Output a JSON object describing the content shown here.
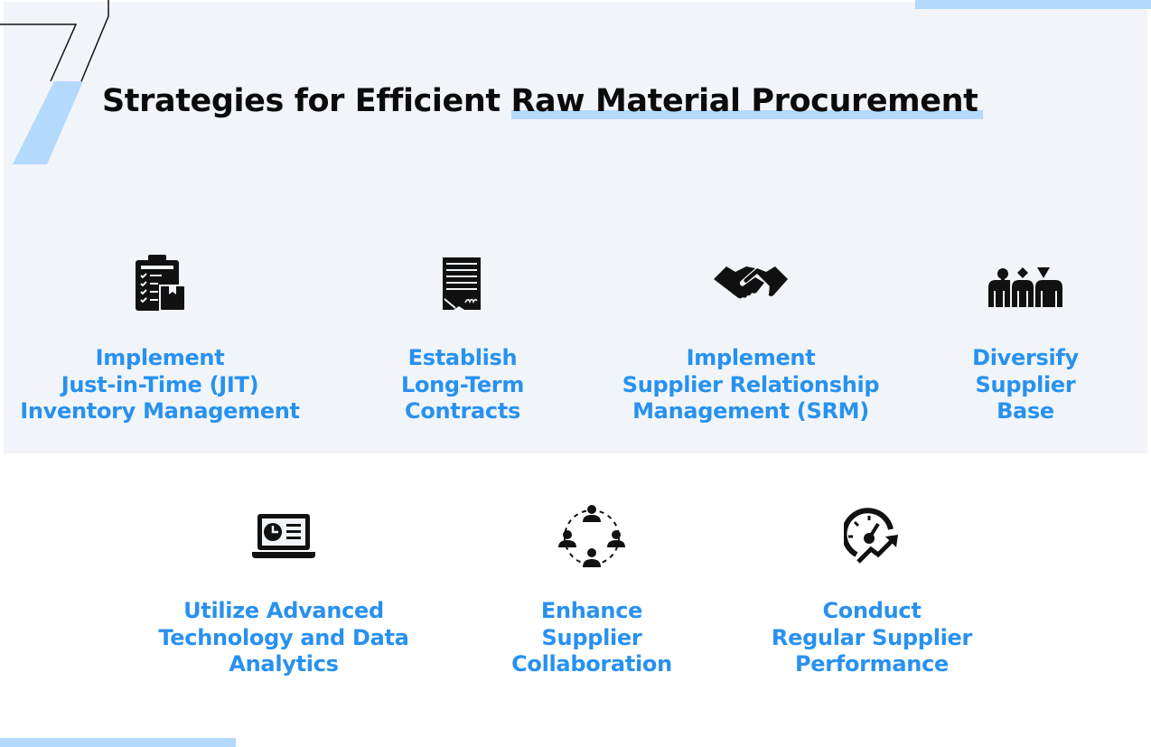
{
  "title": {
    "part1": "Strategies for Efficient ",
    "part2": "Raw Material Procurement"
  },
  "colors": {
    "accent": "#b3d9fc",
    "label": "#2891f0",
    "icon": "#111111",
    "panel": "#f1f5f9"
  },
  "cards": [
    {
      "icon": "clipboard-checklist-icon",
      "lines": [
        "Implement",
        "Just-in-Time (JIT)",
        "Inventory Management"
      ]
    },
    {
      "icon": "contract-document-icon",
      "lines": [
        "Establish",
        "Long-Term",
        "Contracts"
      ]
    },
    {
      "icon": "handshake-icon",
      "lines": [
        "Implement",
        "Supplier Relationship",
        "Management (SRM)"
      ]
    },
    {
      "icon": "diverse-people-icon",
      "lines": [
        "Diversify",
        "Supplier",
        "Base"
      ]
    },
    {
      "icon": "laptop-analytics-icon",
      "lines": [
        "Utilize Advanced",
        "Technology and Data",
        "Analytics"
      ]
    },
    {
      "icon": "team-collaboration-icon",
      "lines": [
        "Enhance",
        "Supplier",
        "Collaboration"
      ]
    },
    {
      "icon": "performance-gauge-icon",
      "lines": [
        "Conduct",
        "Regular Supplier",
        "Performance"
      ]
    }
  ]
}
